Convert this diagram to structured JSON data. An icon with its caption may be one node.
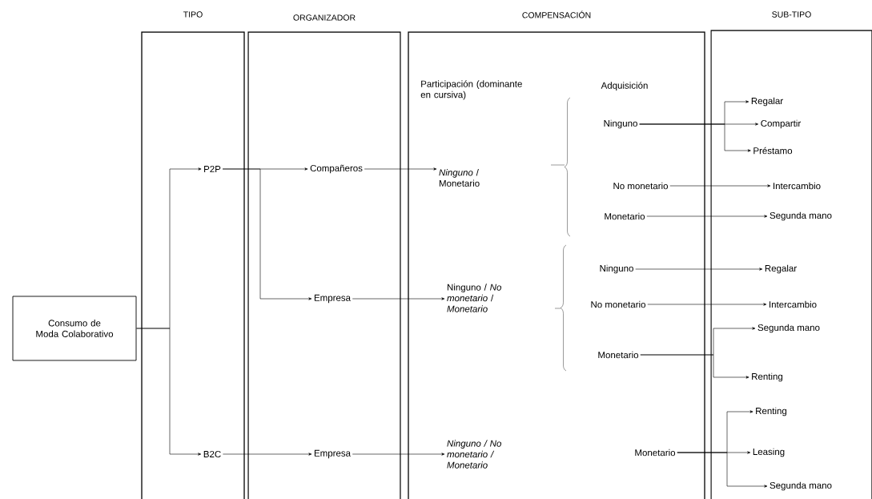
{
  "diagram": {
    "nodes": [
      {
        "text": [
          "TIPO"
        ]
      },
      {
        "text": [
          "ORGANIZADOR"
        ]
      },
      {
        "text": [
          "COMPENSACIÓN",
          "Participación (dominante en cursiva)",
          "Adquisición"
        ]
      },
      {
        "text": [
          "SUB-TIPO"
        ]
      },
      {
        "text": [
          "Consumo de Moda Colaborativo"
        ]
      },
      {
        "text": [
          "P2P"
        ],
        "in": 0
      },
      {
        "text": [
          "B2C"
        ],
        "in": 0
      },
      {
        "text": [
          "Compañeros"
        ],
        "in": 1
      },
      {
        "text": [
          "Empresa"
        ],
        "in": 1
      },
      {
        "text": [
          "Empresa"
        ],
        "in": 1
      },
      {
        "text": [
          "*Ninguno* / Monetario"
        ],
        "in": 2
      },
      {
        "text": [
          "Ninguno / *No monetario* / *Monetario*"
        ],
        "in": 2
      },
      {
        "text": [
          "Ninguno / No monetario / Monetario"
        ],
        "in": 2
      },
      {
        "text": [
          "Ninguno"
        ],
        "in": 2
      },
      {
        "text": [
          "No monetario"
        ],
        "in": 2
      },
      {
        "text": [
          "Monetario"
        ],
        "in": 2
      },
      {
        "text": [
          "Ninguno"
        ],
        "in": 2
      },
      {
        "text": [
          "No monetario"
        ],
        "in": 2
      },
      {
        "text": [
          "Monetario"
        ],
        "in": 2
      },
      {
        "text": [
          "Monetario"
        ],
        "in": 2
      },
      {
        "text": [
          "Regalar"
        ],
        "in": 3
      },
      {
        "text": [
          "Compartir"
        ],
        "in": 3
      },
      {
        "text": [
          "Préstamo"
        ],
        "in": 3
      },
      {
        "text": [
          "Intercambio"
        ],
        "in": 3
      },
      {
        "text": [
          "Segunda mano"
        ],
        "in": 3
      },
      {
        "text": [
          "Regalar"
        ],
        "in": 3
      },
      {
        "text": [
          "Intercambio"
        ],
        "in": 3
      },
      {
        "text": [
          "Segunda mano"
        ],
        "in": 3
      },
      {
        "text": [
          "Renting"
        ],
        "in": 3
      },
      {
        "text": [
          "Renting"
        ],
        "in": 3
      },
      {
        "text": [
          "Leasing"
        ],
        "in": 3
      },
      {
        "text": [
          "Segunda mano"
        ],
        "in": 3
      }
    ],
    "edges": [
      {
        "from": 4,
        "to": 5,
        "arrow": "to"
      },
      {
        "from": 4,
        "to": 6,
        "arrow": "to"
      },
      {
        "from": 5,
        "to": 7,
        "arrow": "to"
      },
      {
        "from": 5,
        "to": 8,
        "arrow": "to"
      },
      {
        "from": 6,
        "to": 9,
        "arrow": "to"
      },
      {
        "from": 7,
        "to": 10,
        "arrow": "to"
      },
      {
        "from": 8,
        "to": 11,
        "arrow": "to"
      },
      {
        "from": 9,
        "to": 12,
        "arrow": "to"
      },
      {
        "from": 13,
        "to": 20,
        "arrow": "to"
      },
      {
        "from": 13,
        "to": 21,
        "arrow": "to"
      },
      {
        "from": 13,
        "to": 22,
        "arrow": "to"
      },
      {
        "from": 14,
        "to": 23,
        "arrow": "to"
      },
      {
        "from": 15,
        "to": 24,
        "arrow": "to"
      },
      {
        "from": 16,
        "to": 25,
        "arrow": "to"
      },
      {
        "from": 17,
        "to": 26,
        "arrow": "to"
      },
      {
        "from": 18,
        "to": 27,
        "arrow": "to"
      },
      {
        "from": 18,
        "to": 28,
        "arrow": "to"
      },
      {
        "from": 19,
        "to": 29,
        "arrow": "to"
      },
      {
        "from": 19,
        "to": 30,
        "arrow": "to"
      },
      {
        "from": 19,
        "to": 31,
        "arrow": "to"
      }
    ]
  }
}
